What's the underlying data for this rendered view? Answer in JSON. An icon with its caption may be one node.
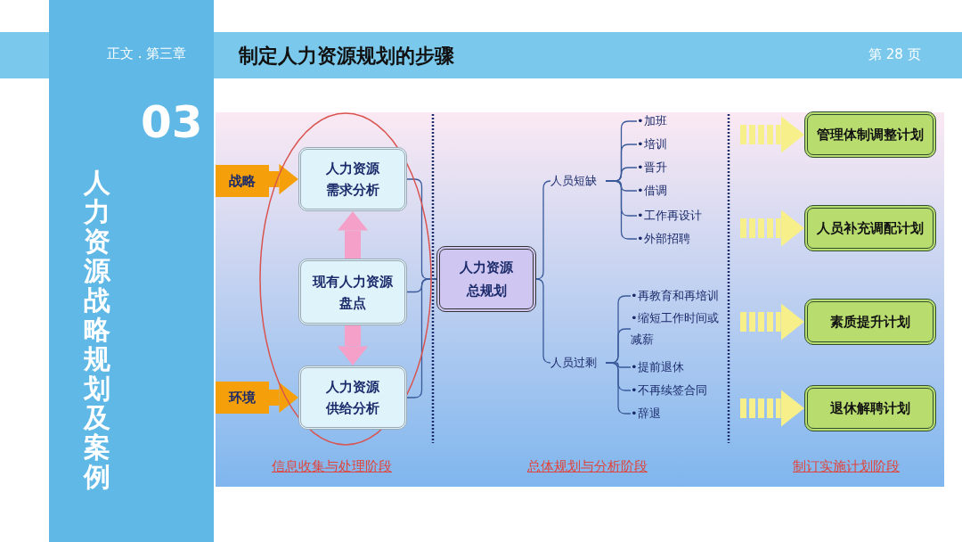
{
  "diagram": {
    "title": "制定人力资源规划的步骤",
    "nodes": [
      {
        "text": [
          "战略"
        ]
      },
      {
        "text": [
          "人力资源需求分析"
        ]
      },
      {
        "text": [
          "现有人力资源盘点"
        ]
      },
      {
        "text": [
          "人力资源供给分析"
        ]
      },
      {
        "text": [
          "环境"
        ]
      },
      {
        "text": [
          "人力资源总规划"
        ]
      },
      {
        "text": [
          "人员短缺"
        ]
      },
      {
        "text": [
          "人员过剩"
        ]
      },
      {
        "text": [
          "•加班"
        ]
      },
      {
        "text": [
          "•培训"
        ]
      },
      {
        "text": [
          "•晋升"
        ]
      },
      {
        "text": [
          "•借调"
        ]
      },
      {
        "text": [
          "•工作再设计"
        ]
      },
      {
        "text": [
          "•外部招聘"
        ]
      },
      {
        "text": [
          "•再教育和再培训"
        ]
      },
      {
        "text": [
          "•缩短工作时间或减薪"
        ]
      },
      {
        "text": [
          "•提前退休"
        ]
      },
      {
        "text": [
          "•不再续签合同"
        ]
      },
      {
        "text": [
          "•辞退"
        ]
      },
      {
        "text": [
          "管理体制调整计划"
        ]
      },
      {
        "text": [
          "人员补充调配计划"
        ]
      },
      {
        "text": [
          "素质提升计划"
        ]
      },
      {
        "text": [
          "退休解聘计划"
        ]
      }
    ],
    "edges": [
      {
        "from": 0,
        "to": 1,
        "arrow": "to",
        "style": "thick",
        "color": "#f5a00a"
      },
      {
        "from": 4,
        "to": 3,
        "arrow": "to",
        "style": "thick",
        "color": "#f5a00a"
      },
      {
        "from": 2,
        "to": 1,
        "arrow": "to",
        "style": "thick",
        "color": "#f4a0c8"
      },
      {
        "from": 2,
        "to": 3,
        "arrow": "to",
        "style": "thick",
        "color": "#f4a0c8"
      },
      {
        "from": 1,
        "to": 5,
        "arrow": "none"
      },
      {
        "from": 2,
        "to": 5,
        "arrow": "none"
      },
      {
        "from": 3,
        "to": 5,
        "arrow": "none"
      },
      {
        "from": 5,
        "to": 6,
        "arrow": "none"
      },
      {
        "from": 5,
        "to": 7,
        "arrow": "none"
      },
      {
        "from": 6,
        "to": 8,
        "arrow": "none"
      },
      {
        "from": 6,
        "to": 9,
        "arrow": "none"
      },
      {
        "from": 6,
        "to": 10,
        "arrow": "none"
      },
      {
        "from": 6,
        "to": 11,
        "arrow": "none"
      },
      {
        "from": 6,
        "to": 12,
        "arrow": "none"
      },
      {
        "from": 6,
        "to": 13,
        "arrow": "none"
      },
      {
        "from": 7,
        "to": 14,
        "arrow": "none"
      },
      {
        "from": 7,
        "to": 15,
        "arrow": "none"
      },
      {
        "from": 7,
        "to": 16,
        "arrow": "none"
      },
      {
        "from": 7,
        "to": 17,
        "arrow": "none"
      },
      {
        "from": 7,
        "to": 18,
        "arrow": "none"
      },
      {
        "from": null,
        "to": 19,
        "arrow": "to",
        "style": "dashed",
        "color": "#f7f08a"
      },
      {
        "from": null,
        "to": 20,
        "arrow": "to",
        "style": "dashed",
        "color": "#f7f08a"
      },
      {
        "from": null,
        "to": 21,
        "arrow": "to",
        "style": "dashed",
        "color": "#f7f08a"
      },
      {
        "from": null,
        "to": 22,
        "arrow": "to",
        "style": "dashed",
        "color": "#f7f08a"
      }
    ],
    "labels": [
      "正文 . 第三章",
      "第 28 页",
      "03",
      "人力资源战略规划及案例",
      "信息收集与处理阶段",
      "总体规划与分析阶段",
      "制订实施计划阶段"
    ]
  }
}
